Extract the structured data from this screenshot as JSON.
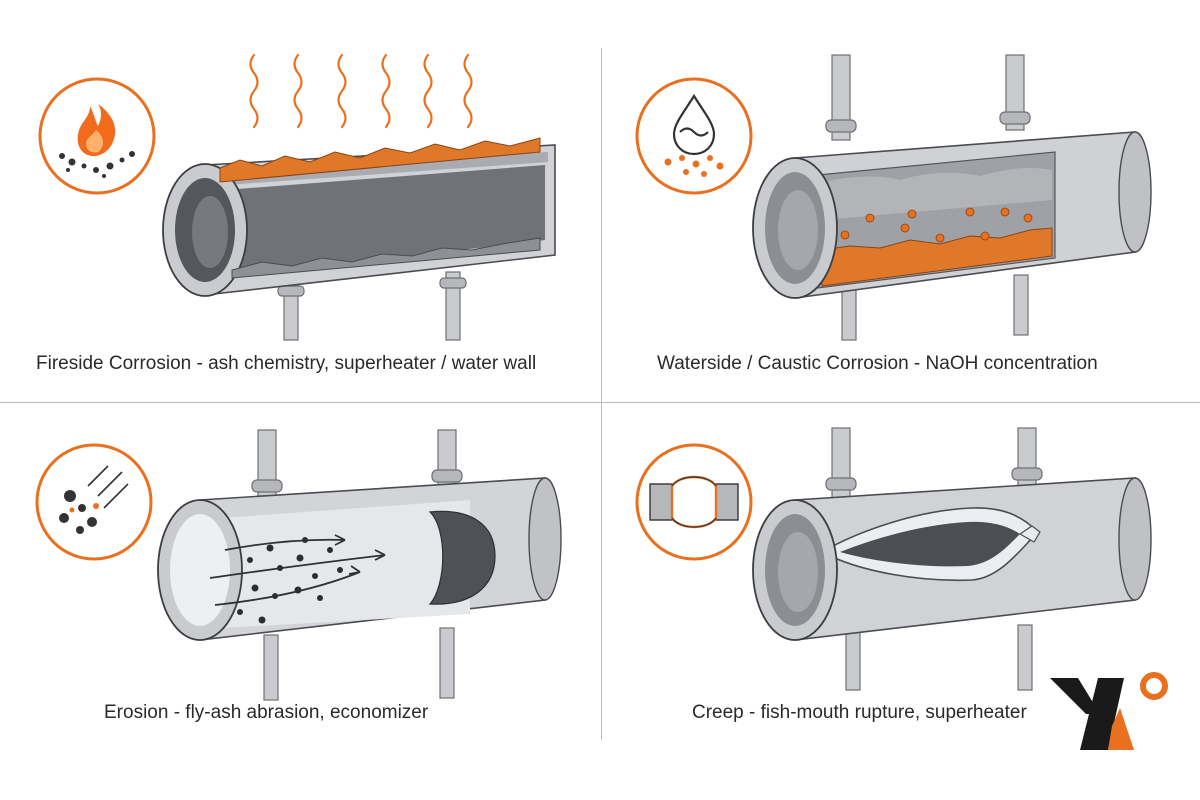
{
  "panels": [
    {
      "id": "fireside",
      "caption": "Fireside Corrosion - ash chemistry, superheater / water wall",
      "icon": "flame-with-ash-icon"
    },
    {
      "id": "waterside",
      "caption": "Waterside / Caustic Corrosion - NaOH concentration",
      "icon": "water-drop-icon"
    },
    {
      "id": "erosion",
      "caption": "Erosion - fly-ash abrasion, economizer",
      "icon": "fly-ash-particles-icon"
    },
    {
      "id": "creep",
      "caption": "Creep - fish-mouth rupture, superheater",
      "icon": "bulged-tube-icon"
    }
  ],
  "colors": {
    "accent": "#e8701e",
    "scale": "#e0782a",
    "pipe": "#c9cbcf",
    "pipe_dark": "#6e7075",
    "ink": "#2a2a2a",
    "logo_dark": "#1a1a1a"
  }
}
